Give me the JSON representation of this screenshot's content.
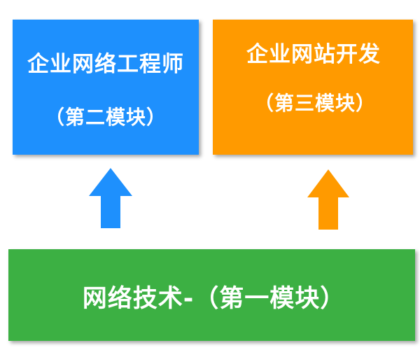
{
  "diagram": {
    "nodes": {
      "network_engineer": {
        "title": "企业网络工程师",
        "subtitle": "（第二模块）",
        "color": "#1e90fd"
      },
      "web_development": {
        "title": "企业网站开发",
        "subtitle": "（第三模块）",
        "color": "#ff9a00"
      },
      "network_technology": {
        "title": "网络技术-（第一模块）",
        "color": "#3cb043"
      }
    },
    "edges": [
      {
        "from": "network_technology",
        "to": "network_engineer",
        "icon": "arrow-up-icon",
        "color": "#1e90fd"
      },
      {
        "from": "network_technology",
        "to": "web_development",
        "icon": "arrow-up-icon",
        "color": "#ff9a00"
      }
    ]
  }
}
